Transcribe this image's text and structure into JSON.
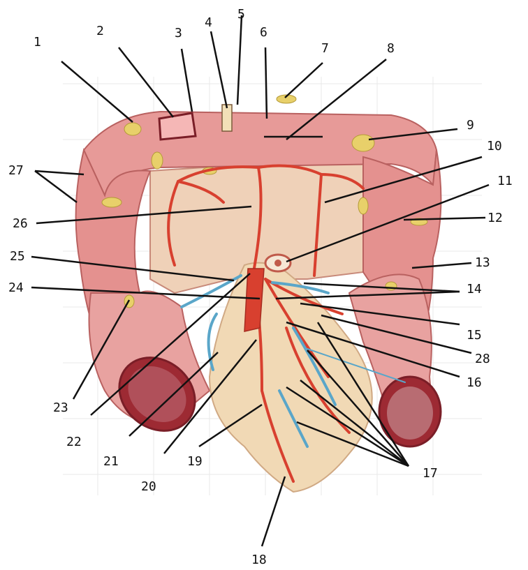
{
  "labels": [
    "1",
    "2",
    "3",
    "4",
    "5",
    "6",
    "7",
    "8",
    "9",
    "10",
    "11",
    "12",
    "13",
    "14",
    "15",
    "16",
    "17",
    "18",
    "19",
    "20",
    "21",
    "22",
    "23",
    "24",
    "25",
    "26",
    "27",
    "28"
  ],
  "colors": {
    "colon": "#e79a98",
    "colon_dark": "#c9706f",
    "fat": "#e8d06a",
    "artery": "#d8402f",
    "vein": "#5aa6c9",
    "mesentery": "#efcfae",
    "background": "#ffffff",
    "grid": "#e6e6e6",
    "leader": "#111111"
  }
}
